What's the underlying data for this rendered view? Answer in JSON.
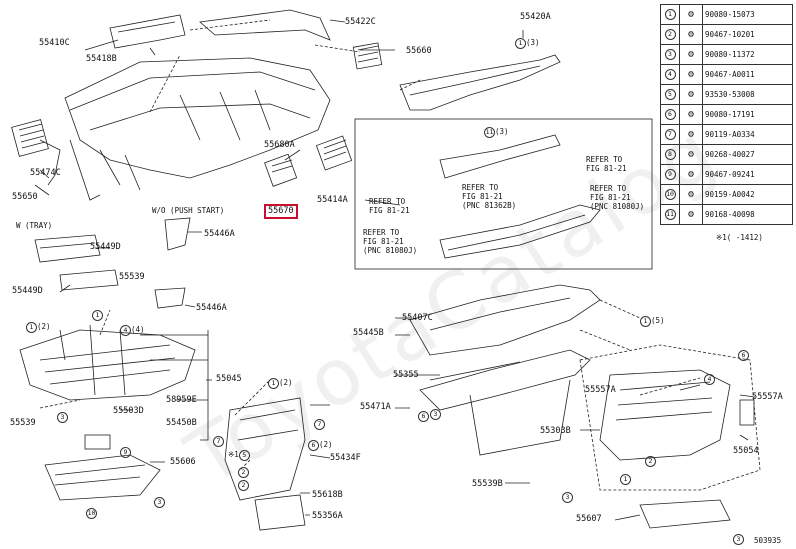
{
  "diagram_id": "503935",
  "watermark": "ToyotaCatalog",
  "highlighted_part": "55670",
  "variant_labels": {
    "w_tray": "W (TRAY)",
    "wo_pos_start": "W/O (PUSH START)"
  },
  "labels": {
    "p55410C": "55410C",
    "p55418B": "55418B",
    "p55422C": "55422C",
    "p55420A": "55420A",
    "p55660": "55660",
    "p55650": "55650",
    "p55474C": "55474C",
    "p55680A": "55680A",
    "p55670": "55670",
    "p55414A": "55414A",
    "p55449D_a": "55449D",
    "p55449D_b": "55449D",
    "p55446A_a": "55446A",
    "p55446A_b": "55446A",
    "p55539_a": "55539",
    "p55539_b": "55539",
    "p55539B": "55539B",
    "p55045": "55045",
    "p58959E": "58959E",
    "p55450B": "55450B",
    "p55503D": "55503D",
    "p55606": "55606",
    "p55434F": "55434F",
    "p55618B": "55618B",
    "p55356A": "55356A",
    "p55407C": "55407C",
    "p55445B": "55445B",
    "p55355": "55355",
    "p55471A": "55471A",
    "p55303B": "55303B",
    "p55557A_a": "55557A",
    "p55557A_b": "55557A",
    "p55054": "55054",
    "p55607": "55607"
  },
  "refer_notes": {
    "r1": "REFER TO\nFIG 81-21",
    "r2": "REFER TO\nFIG 81-21\n(PNC 81362B)",
    "r3": "REFER TO\nFIG 81-21\n(PNC 81080J)",
    "r4": "REFER TO\nFIG 81-21",
    "r5": "REFER TO\nFIG 81-21\n(PNC 81080J)"
  },
  "legend": {
    "rows": [
      {
        "key": "1",
        "part": "90080-15073"
      },
      {
        "key": "2",
        "part": "90467-10201"
      },
      {
        "key": "3",
        "part": "90080-11372"
      },
      {
        "key": "4",
        "part": "90467-A0011"
      },
      {
        "key": "5",
        "part": "93530-53008"
      },
      {
        "key": "6",
        "part": "90080-17191"
      },
      {
        "key": "7",
        "part": "90119-A0334"
      },
      {
        "key": "8",
        "part": "90268-40027"
      },
      {
        "key": "9",
        "part": "90467-09241"
      },
      {
        "key": "10",
        "part": "90159-A0042"
      },
      {
        "key": "11",
        "part": "90168-40098"
      }
    ],
    "footnote": "※1(  -1412)"
  },
  "callouts": {
    "c1": "1",
    "c2": "2",
    "c3": "3",
    "c4": "4",
    "c5": "5",
    "c6": "6",
    "c7": "7",
    "c8": "8",
    "c9": "9",
    "c10": "10",
    "c11": "11",
    "c1_2": "(2)",
    "c4_4": "(4)",
    "c6_2": "(2)",
    "c1_3": "(3)",
    "c11_3": "(3)",
    "c1_5": "(5)",
    "x1": "※1"
  }
}
